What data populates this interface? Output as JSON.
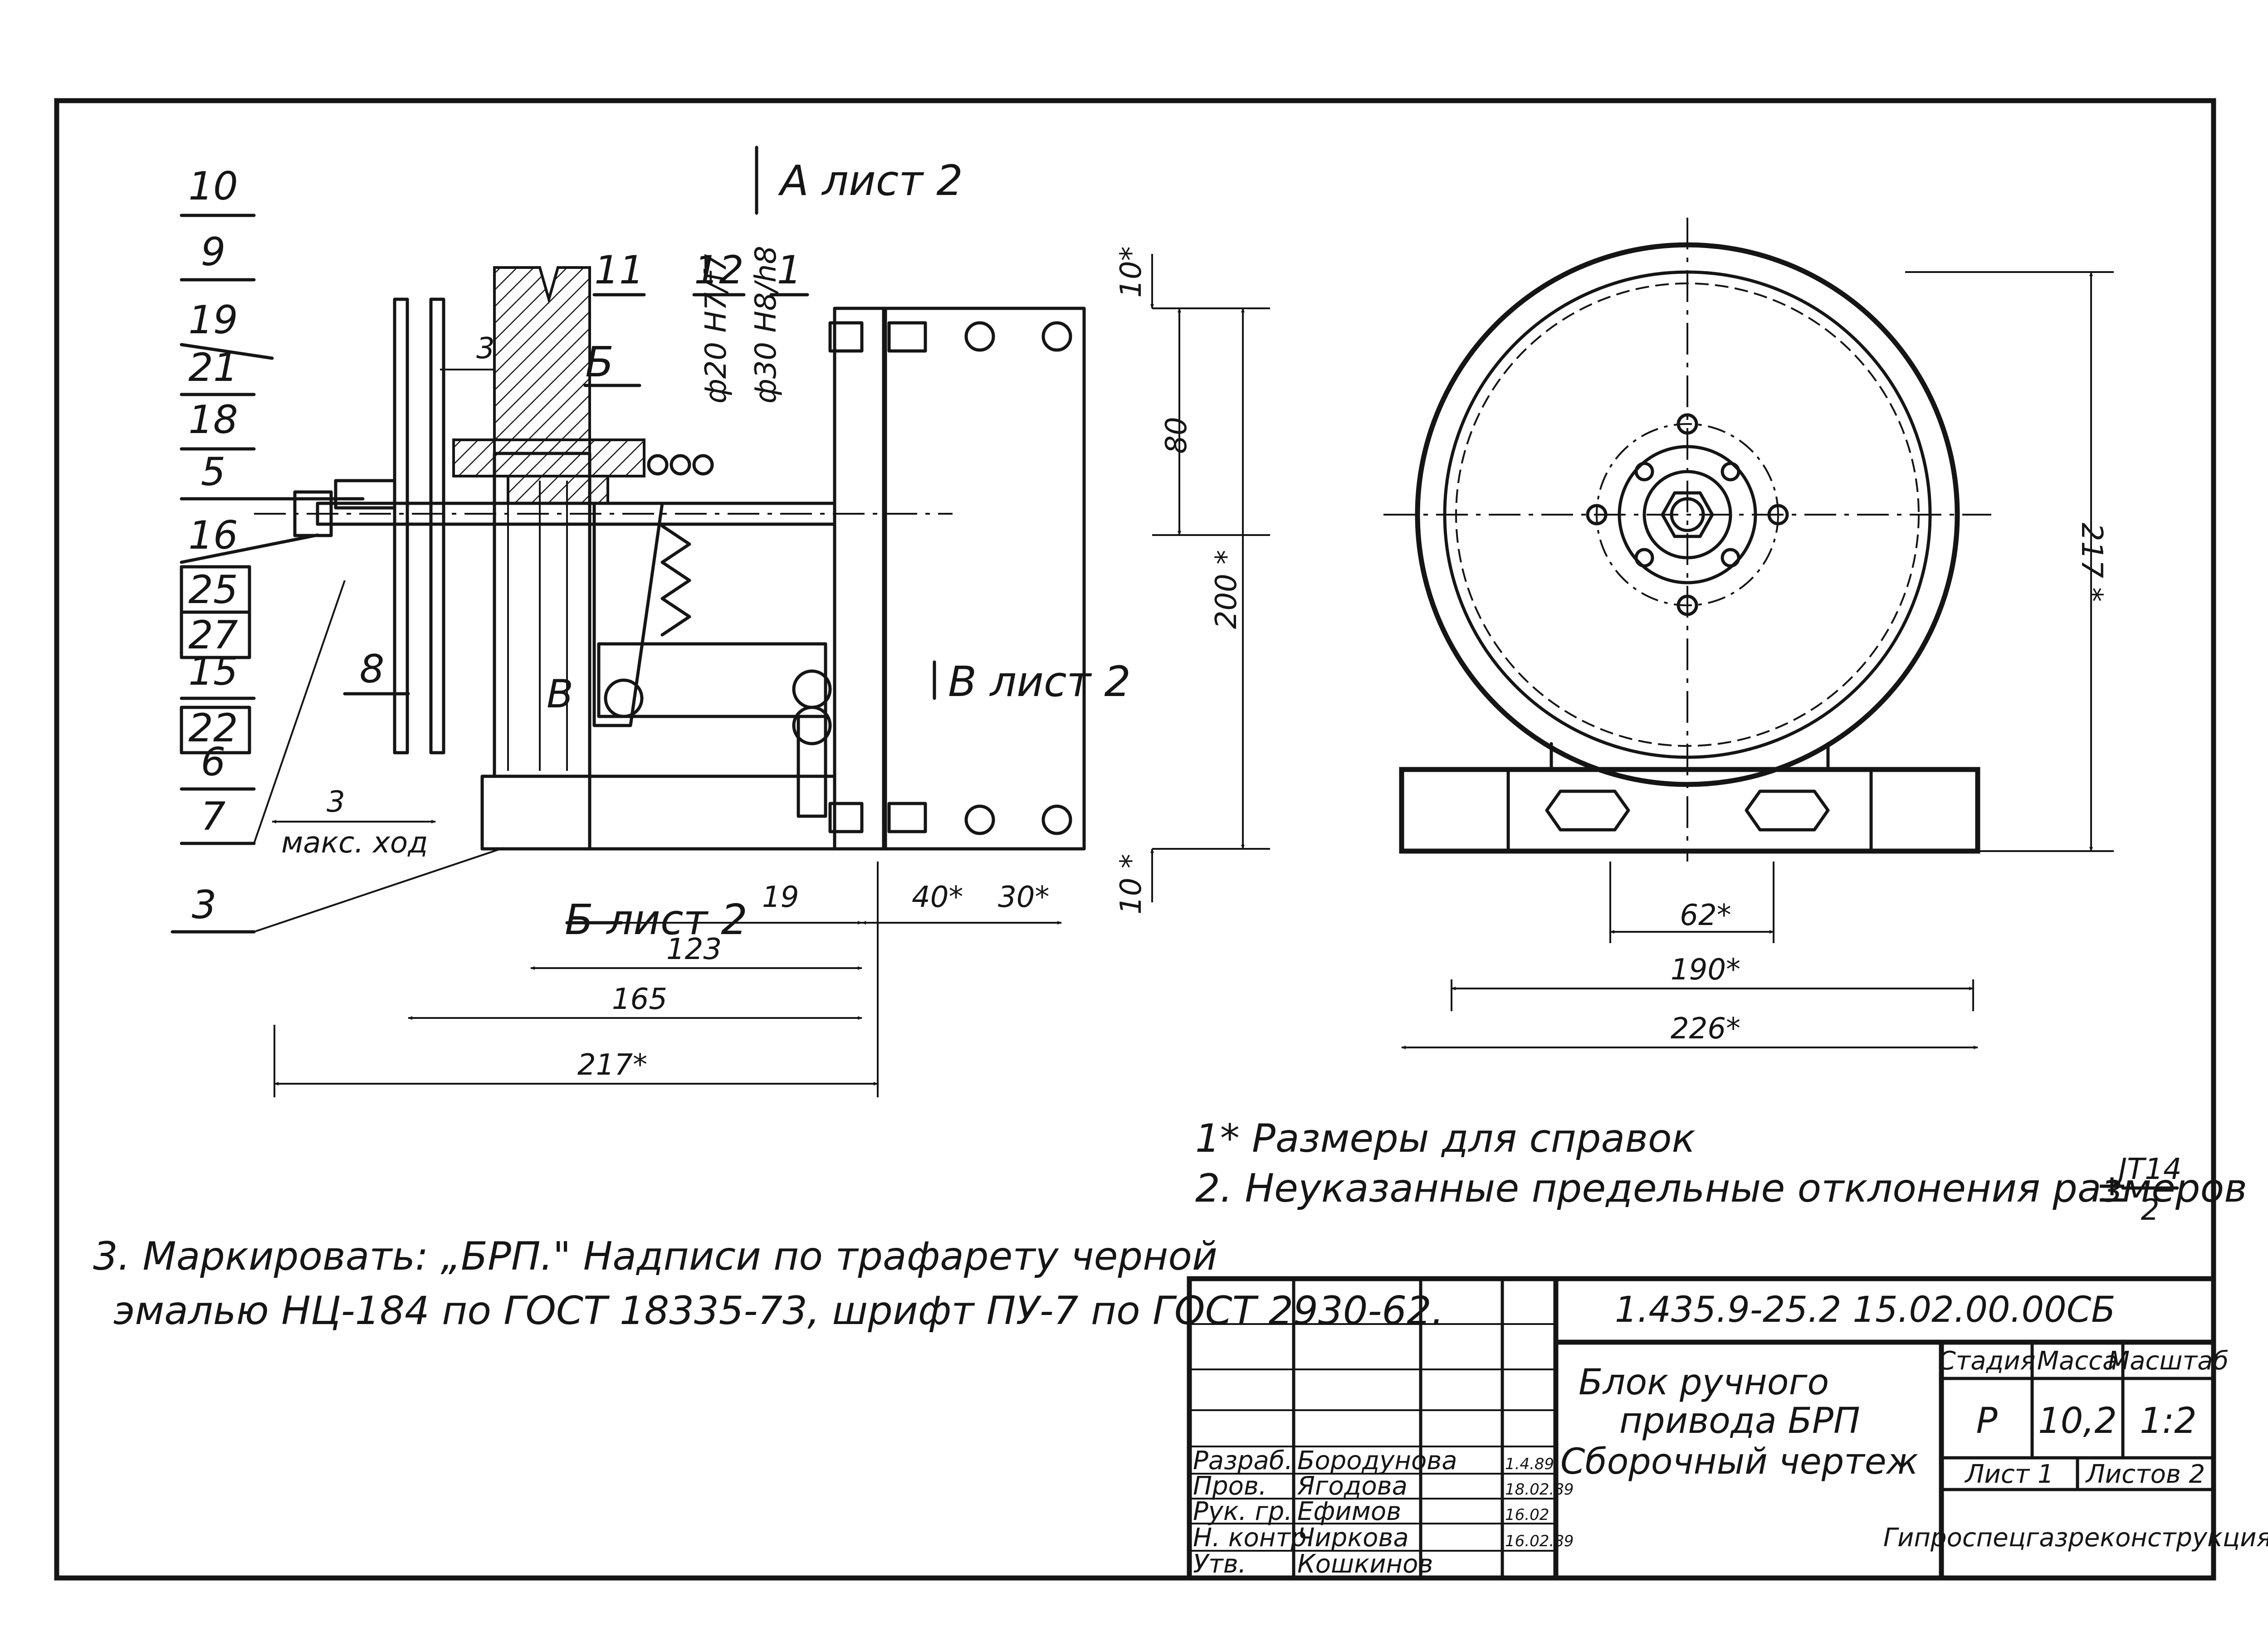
{
  "part_callouts": [
    "10",
    "9",
    "19",
    "21",
    "18",
    "5",
    "16",
    "25",
    "27",
    "15",
    "22",
    "6",
    "7",
    "3",
    "8",
    "11",
    "12",
    "1"
  ],
  "section_labels": {
    "view_a": "А лист 2",
    "section_b_top": "Б",
    "section_b_bottom": "Б лист 2",
    "section_v": "В лист 2",
    "section_v_letter": "В"
  },
  "dimensions": {
    "top_ten": "10*",
    "top_eighty": "80",
    "height_200": "200 *",
    "bottom_ten": "10 *",
    "phi20": "ф20 Н7/f7",
    "phi30": "ф30 Н8/h8",
    "gap_3_top": "3",
    "max_stroke_value": "3",
    "max_stroke_label": "макс. ход",
    "d19": "19",
    "d40": "40*",
    "d30": "30*",
    "d123": "123",
    "d165": "165",
    "d217_left": "217*",
    "d217_right": "217 *",
    "d62": "62*",
    "d190": "190*",
    "d226": "226*"
  },
  "notes": {
    "note1": "1* Размеры для справок",
    "note2_text": "2. Неуказанные предельные отклонения размеров",
    "note2_pm": "±",
    "note2_num": "JT14",
    "note2_den": "2",
    "note3_line1": "3. Маркировать: „БРП.\" Надписи по трафарету черной",
    "note3_line2": "эмалью НЦ-184 по ГОСТ 18335-73, шрифт ПУ-7 по ГОСТ 2930-62."
  },
  "title_block": {
    "doc_number": "1.435.9-25.2  15.02.00.00СБ",
    "title_line1": "Блок ручного",
    "title_line2": "привода БРП",
    "title_line3": "Сборочный чертеж",
    "headers": {
      "stage": "Стадия",
      "mass": "Масса",
      "scale": "Масштаб"
    },
    "values": {
      "stage": "Р",
      "mass": "10,2",
      "scale": "1:2"
    },
    "sheet": "Лист 1",
    "sheets": "Листов 2",
    "organization": "Гипроспецгазреконструкция",
    "signatures": [
      {
        "role": "Разраб.",
        "name": "Бородунова",
        "date": "1.4.89"
      },
      {
        "role": "Пров.",
        "name": "Ягодова",
        "date": "18.02.89"
      },
      {
        "role": "Рук. гр.",
        "name": "Ефимов",
        "date": "16.02"
      },
      {
        "role": "Н. контр.",
        "name": "Чиркова",
        "date": "16.02.89"
      },
      {
        "role": "Утв.",
        "name": "Кошкинов",
        "date": ""
      }
    ]
  }
}
